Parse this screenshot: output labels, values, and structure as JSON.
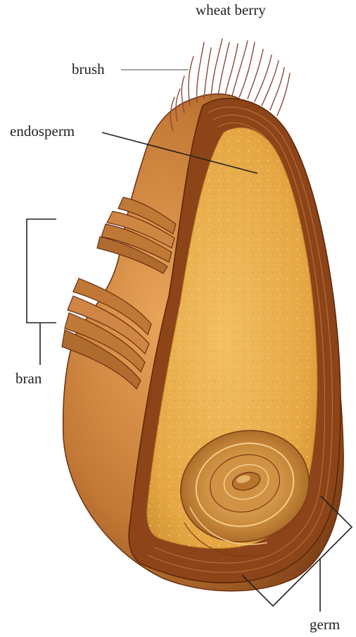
{
  "title": "wheat berry",
  "labels": {
    "brush": "brush",
    "endosperm": "endosperm",
    "bran": "bran",
    "germ": "germ"
  },
  "colors": {
    "bran_outer": "#b86a2e",
    "bran_dark": "#7a3a14",
    "bran_light": "#d9924a",
    "endosperm": "#e8ae4a",
    "endosperm_speckle": "#f3c874",
    "germ": "#c98a3a",
    "hair": "#8a4a3a",
    "leader": "#222222"
  }
}
